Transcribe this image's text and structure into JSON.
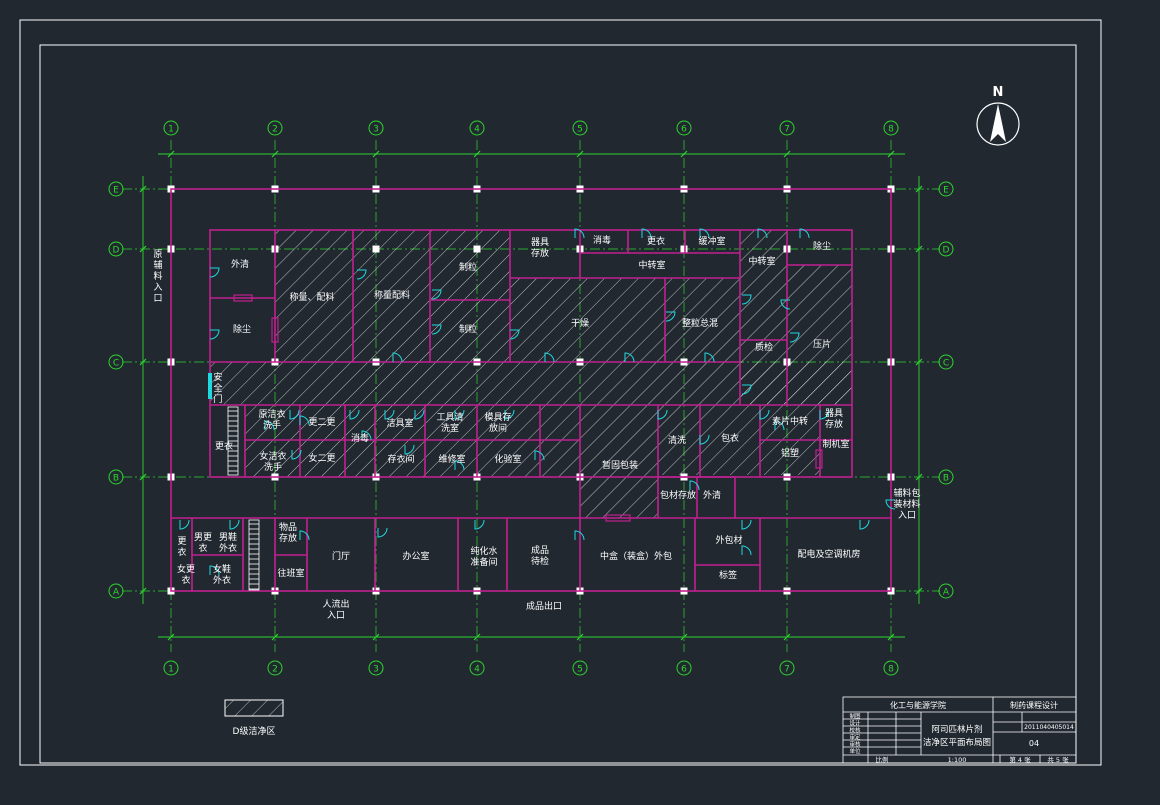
{
  "colors": {
    "background": "#212830",
    "frame": "#ffffff",
    "wall": "#c0208f",
    "grid_line": "#2fd52f",
    "text": "#ffffff",
    "door": "#20d8e0",
    "hatch": "#ffffff",
    "axis_label": "#2fd52f"
  },
  "axes": {
    "columns": [
      "1",
      "2",
      "3",
      "4",
      "5",
      "6",
      "7",
      "8"
    ],
    "rows": [
      "E",
      "D",
      "C",
      "B",
      "A"
    ]
  },
  "north_label": "N",
  "rooms": [
    {
      "id": "r01",
      "label": "外清"
    },
    {
      "id": "r02",
      "label": "除尘"
    },
    {
      "id": "r03",
      "label": "称量、配料"
    },
    {
      "id": "r04",
      "label": "称量配料"
    },
    {
      "id": "r05",
      "label": "制粒"
    },
    {
      "id": "r06",
      "label": "制粒"
    },
    {
      "id": "r07",
      "label": "器具存放"
    },
    {
      "id": "r08",
      "label": "消毒"
    },
    {
      "id": "r09",
      "label": "更衣"
    },
    {
      "id": "r10",
      "label": "缓冲室"
    },
    {
      "id": "r11",
      "label": "中转室"
    },
    {
      "id": "r12",
      "label": "干燥"
    },
    {
      "id": "r13",
      "label": "整粒总混"
    },
    {
      "id": "r14",
      "label": "中转室"
    },
    {
      "id": "r15",
      "label": "除尘"
    },
    {
      "id": "r16",
      "label": "质检"
    },
    {
      "id": "r17",
      "label": "压片"
    },
    {
      "id": "r18",
      "label": "安全门"
    },
    {
      "id": "r19",
      "label": "原洁衣洗手"
    },
    {
      "id": "r20",
      "label": "更二更"
    },
    {
      "id": "r21",
      "label": "消毒"
    },
    {
      "id": "r22",
      "label": "洁具室"
    },
    {
      "id": "r23",
      "label": "工具清洗室"
    },
    {
      "id": "r24",
      "label": "模具存放间"
    },
    {
      "id": "r25",
      "label": "女洁衣洗手"
    },
    {
      "id": "r26",
      "label": "女二更"
    },
    {
      "id": "r27",
      "label": "存衣间"
    },
    {
      "id": "r28",
      "label": "维修室"
    },
    {
      "id": "r29",
      "label": "化验室"
    },
    {
      "id": "r30",
      "label": "暂固包装"
    },
    {
      "id": "r31",
      "label": "清洗"
    },
    {
      "id": "r32",
      "label": "包衣"
    },
    {
      "id": "r33",
      "label": "素片中转"
    },
    {
      "id": "r34",
      "label": "铝塑"
    },
    {
      "id": "r35",
      "label": "器具存放"
    },
    {
      "id": "r36",
      "label": "制机室"
    },
    {
      "id": "r37",
      "label": "更衣"
    },
    {
      "id": "r38",
      "label": "包材存放"
    },
    {
      "id": "r39",
      "label": "外清"
    },
    {
      "id": "r40",
      "label": "更衣"
    },
    {
      "id": "r41",
      "label": "男更衣"
    },
    {
      "id": "r42",
      "label": "男鞋外衣"
    },
    {
      "id": "r43",
      "label": "女更衣"
    },
    {
      "id": "r44",
      "label": "女鞋外衣"
    },
    {
      "id": "r45",
      "label": "物品存放"
    },
    {
      "id": "r46",
      "label": "门厅"
    },
    {
      "id": "r47",
      "label": "往班室"
    },
    {
      "id": "r48",
      "label": "办公室"
    },
    {
      "id": "r49",
      "label": "纯化水准备间"
    },
    {
      "id": "r50",
      "label": "成品待检"
    },
    {
      "id": "r51",
      "label": "中盒（装盒）外包"
    },
    {
      "id": "r52",
      "label": "外包材"
    },
    {
      "id": "r53",
      "label": "标签"
    },
    {
      "id": "r54",
      "label": "配电及空调机房"
    }
  ],
  "entrances": [
    {
      "id": "e1",
      "label": "原辅料入口"
    },
    {
      "id": "e2",
      "label": "人流出入口"
    },
    {
      "id": "e3",
      "label": "成品出口"
    },
    {
      "id": "e4",
      "label": "辅料包装材料入口"
    }
  ],
  "legend": {
    "label": "D级洁净区"
  },
  "title_block": {
    "school": "化工与能源学院",
    "course": "制药课程设计",
    "drawing_title_line1": "阿司匹林片剂",
    "drawing_title_line2": "洁净区平面布局图",
    "drawing_number": "04",
    "scale_label": "比例",
    "scale_value": "1:100",
    "sheet_label": "第 4 张",
    "total_label": "共 5 张",
    "row_labels": [
      "制图",
      "设计",
      "校核",
      "审定",
      "审核",
      "单位"
    ],
    "student_id": "2011040405014"
  }
}
